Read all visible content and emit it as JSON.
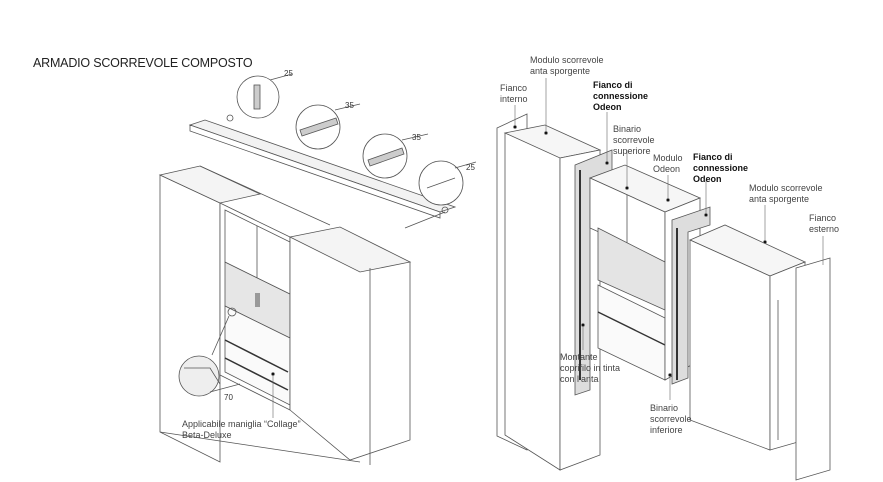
{
  "title": "ARMADIO SCORREVOLE COMPOSTO",
  "dimensions": [
    "25",
    "35",
    "35",
    "25",
    "70"
  ],
  "left_labels": {
    "handle": "Applicabile maniglia “Collage”\nBeta-Deluxe"
  },
  "right_labels": {
    "modulo_sporgente_1": "Modulo scorrevole\nanta sporgente",
    "fianco_interno": "Fianco\ninterno",
    "fianco_connessione_1": "Fianco di\nconnessione\nOdeon",
    "binario_superiore": "Binario\nscorrevole\nsuperiore",
    "modulo_odeon": "Modulo\nOdeon",
    "fianco_connessione_2": "Fianco di\nconnessione\nOdeon",
    "modulo_sporgente_2": "Modulo scorrevole\nanta sporgente",
    "fianco_esterno": "Fianco\nesterno",
    "montante": "Montante\ncoprifilo in tinta\ncon l’anta",
    "binario_inferiore": "Binario\nscorrevole\ninferiore"
  }
}
